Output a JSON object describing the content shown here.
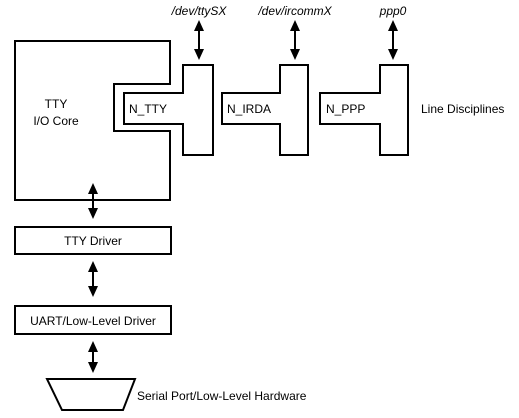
{
  "diagram": {
    "devices": {
      "tty": "/dev/ttySX",
      "ircomm": "/dev/ircommX",
      "ppp": "ppp0"
    },
    "core": {
      "line1": "TTY",
      "line2": "I/O Core"
    },
    "disciplines": {
      "n_tty": "N_TTY",
      "n_irda": "N_IRDA",
      "n_ppp": "N_PPP",
      "group_label": "Line Disciplines"
    },
    "tty_driver": "TTY Driver",
    "uart_driver": "UART/Low-Level Driver",
    "hardware": "Serial Port/Low-Level Hardware"
  }
}
